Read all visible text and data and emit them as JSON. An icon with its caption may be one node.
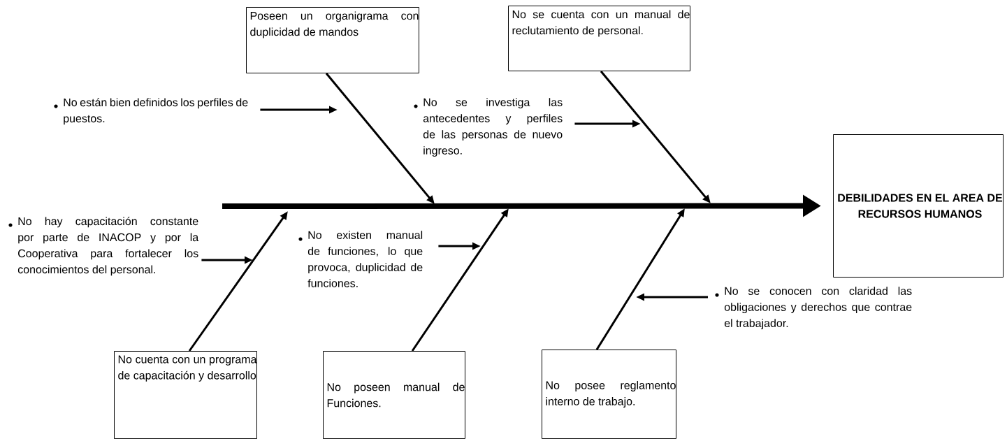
{
  "diagram": {
    "nodes": [
      {
        "text": [
          "Poseen un organigrama con duplicidad de mandos"
        ]
      },
      {
        "text": [
          "No se cuenta con un manual de reclutamiento de personal."
        ]
      },
      {
        "text": [
          "DEBILIDADES EN EL AREA DE RECURSOS HUMANOS"
        ]
      },
      {
        "text": [
          "No cuenta con un programa de capacitación y desarrollo"
        ]
      },
      {
        "text": [
          "No poseen manual de Funciones."
        ]
      },
      {
        "text": [
          "No posee reglamento interno de trabajo."
        ]
      },
      {
        "text": [
          "No están bien definidos los perfiles de puestos."
        ]
      },
      {
        "text": [
          "No se investiga las antecedentes y perfiles de las personas de nuevo ingreso."
        ]
      },
      {
        "text": [
          "No hay capacitación constante por parte de INACOP y por la Cooperativa para fortalecer los conocimientos del personal."
        ]
      },
      {
        "text": [
          "No existen manual de funciones, lo que provoca, duplicidad de funciones."
        ]
      },
      {
        "text": [
          "No se conocen con claridad las obligaciones y derechos que contrae el trabajador."
        ]
      }
    ],
    "edges": [
      {
        "from": null,
        "to": 2,
        "arrow": "to",
        "style": "thick"
      },
      {
        "from": 0,
        "to": null,
        "arrow": "to"
      },
      {
        "from": 1,
        "to": null,
        "arrow": "to"
      },
      {
        "from": 3,
        "to": null,
        "arrow": "to"
      },
      {
        "from": 4,
        "to": null,
        "arrow": "to"
      },
      {
        "from": 5,
        "to": null,
        "arrow": "to"
      },
      {
        "from": 6,
        "to": null,
        "arrow": "to"
      },
      {
        "from": 7,
        "to": null,
        "arrow": "to"
      },
      {
        "from": 8,
        "to": null,
        "arrow": "to"
      },
      {
        "from": 9,
        "to": null,
        "arrow": "to"
      },
      {
        "from": 10,
        "to": null,
        "arrow": "to"
      }
    ]
  }
}
